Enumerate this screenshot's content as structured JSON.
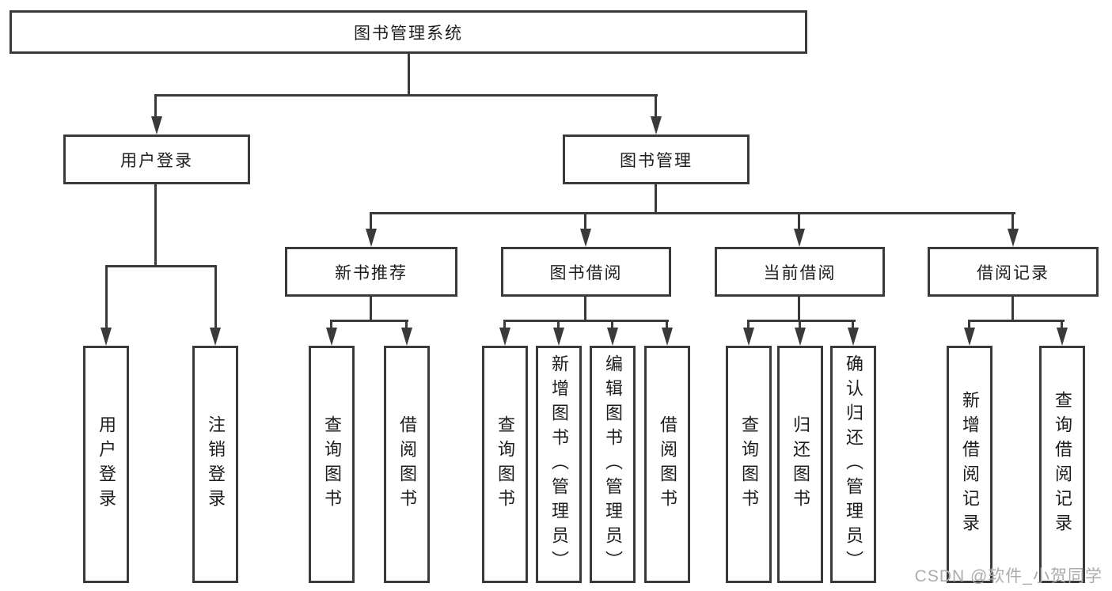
{
  "palette": {
    "line_color": "#3a3a3a",
    "box_border_color": "#3a3a3a",
    "text_color": "#1d1d1d",
    "background": "#ffffff",
    "watermark_color": "#acacac"
  },
  "diagram": {
    "title": "图书管理系统",
    "level2": {
      "user_login": "用户登录",
      "book_mgmt": "图书管理"
    },
    "level3": {
      "new_book": "新书推荐",
      "borrow": "图书借阅",
      "current": "当前借阅",
      "records": "借阅记录"
    },
    "leaves": {
      "login": "用户登录",
      "logout": "注销登录",
      "nb_query": "查询图书",
      "nb_borrow": "借阅图书",
      "bw_query": "查询图书",
      "bw_add": "新增图书（管理员）",
      "bw_edit": "编辑图书（管理员）",
      "bw_borrow": "借阅图书",
      "cur_query": "查询图书",
      "cur_return": "归还图书",
      "cur_confirm": "确认归还（管理员）",
      "rec_add": "新增借阅记录",
      "rec_query": "查询借阅记录"
    },
    "watermark": "CSDN @软件_小贺同学"
  }
}
